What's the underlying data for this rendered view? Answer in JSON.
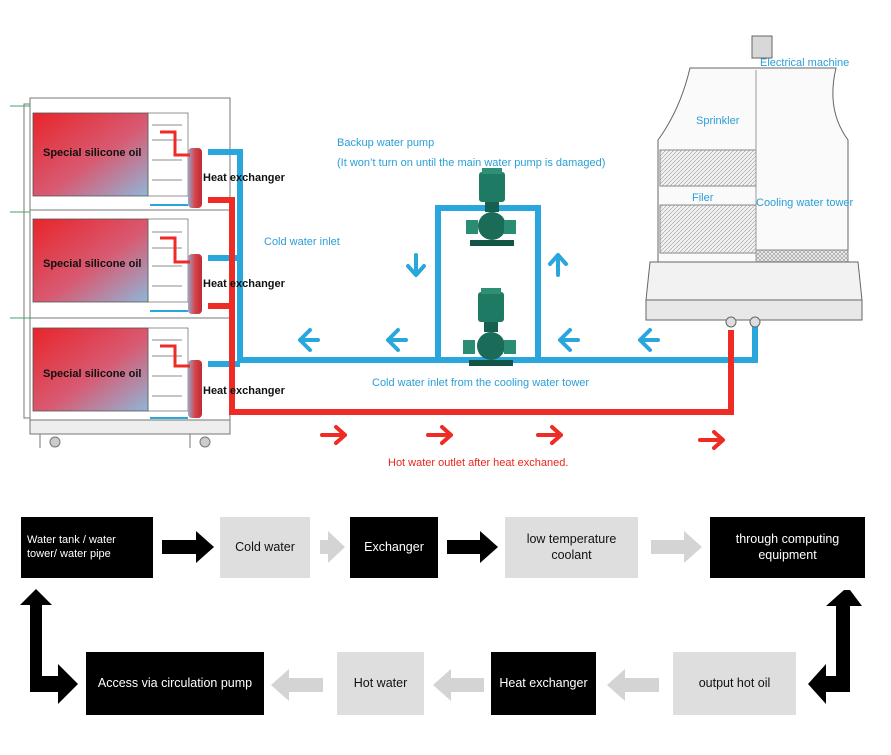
{
  "diagram": {
    "oil_label": "Special silicone oil",
    "exchanger_label": "Heat exchanger",
    "cold_inlet": "Cold water inlet",
    "backup_pump_title": "Backup water pump",
    "backup_pump_note": "(It won’t turn on until the main water pump is damaged)",
    "cold_inlet_tower": "Cold water inlet from the cooling water tower",
    "hot_outlet": "Hot water outlet after heat exchaned.",
    "electrical_machine": "Electrical machine",
    "sprinkler": "Sprinkler",
    "filer": "Filer",
    "cooling_tower": "Cooling water tower",
    "colors": {
      "cold": "#29a7dc",
      "hot": "#ee2b24",
      "label_blue": "#2a9fd6",
      "label_red": "#e8271f"
    }
  },
  "flow": {
    "water_source": "Water tank / water tower/ water pipe",
    "cold_water": "Cold water",
    "exchanger": "Exchanger",
    "coolant": "low temperature coolant",
    "computing": "through computing equipment",
    "access_pump": "Access via circulation pump",
    "hot_water": "Hot water",
    "heat_exchanger": "Heat exchanger",
    "hot_oil": "output hot oil"
  }
}
